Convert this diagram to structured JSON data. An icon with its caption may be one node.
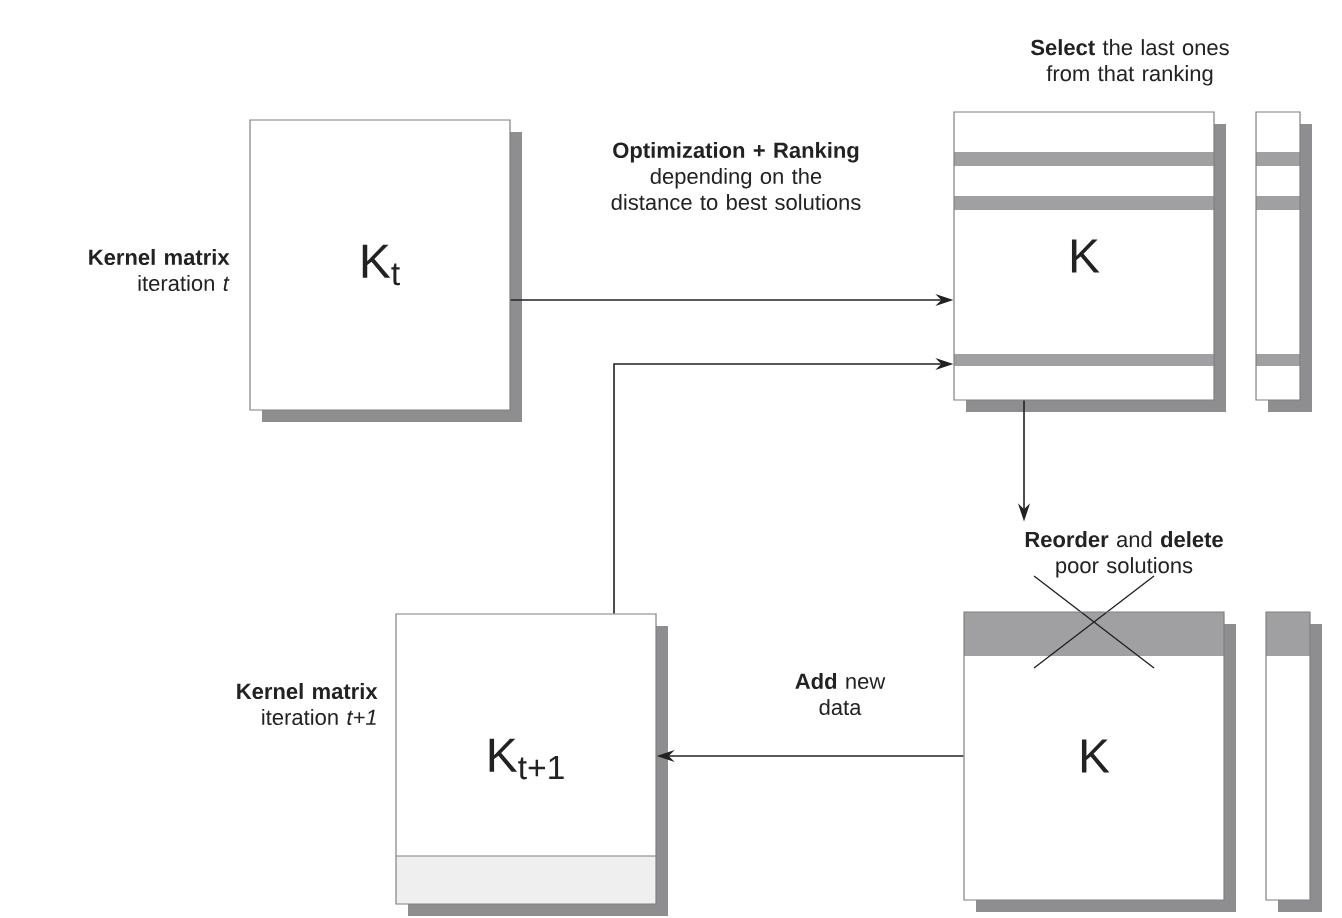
{
  "diagram": {
    "nodes": [
      {
        "text": [
          "K$_{t}$"
        ],
        "beside": [
          "**Kernel matrix** iteration *t*"
        ]
      },
      {
        "text": [
          "K"
        ],
        "beside": [
          "**Select** the last ones from that ranking"
        ]
      },
      {
        "text": [
          "K"
        ],
        "beside": [
          "**Reorder** and **delete** poor solutions"
        ]
      },
      {
        "text": [
          "K$_{t+1}$"
        ],
        "beside": [
          "**Kernel matrix** iteration *t+1*"
        ]
      }
    ],
    "edges": [
      {
        "from": 0,
        "to": 1,
        "arrow": "to",
        "label": "**Optimization + Ranking** depending on the distance to best solutions"
      },
      {
        "from": 1,
        "to": 2,
        "arrow": "to"
      },
      {
        "from": 2,
        "to": 3,
        "arrow": "to",
        "label": "**Add** new data"
      },
      {
        "from": 3,
        "to": 1,
        "arrow": "to"
      }
    ]
  }
}
